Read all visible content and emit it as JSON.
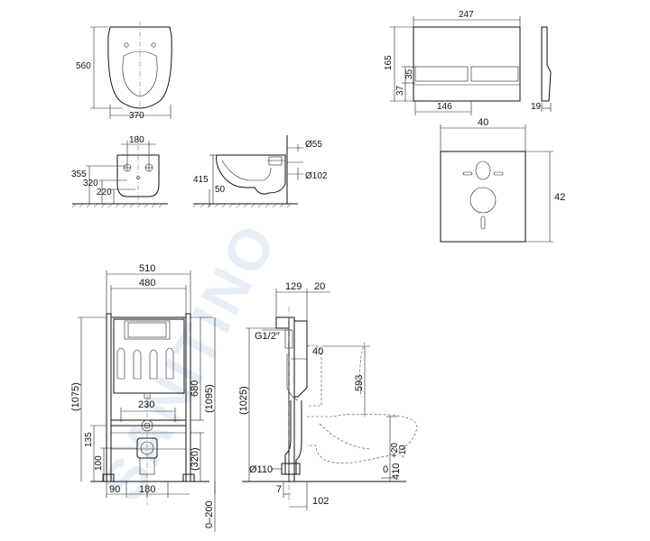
{
  "watermark": "SANITINO",
  "views": {
    "bowl_top": {
      "depth": "560",
      "width": "370"
    },
    "bowl_back": {
      "spacing": "180",
      "h_outer": "355",
      "h_mid": "320",
      "h_inner": "220"
    },
    "bowl_side": {
      "height": "415",
      "lower": "50",
      "d_top": "Ø55",
      "d_outlet": "Ø102"
    },
    "plate_front": {
      "width": "247",
      "height": "165",
      "h_a": "37",
      "h_b": "35",
      "btn_w": "146"
    },
    "plate_side": {
      "depth": "19"
    },
    "mat": {
      "width": "40",
      "height": "42"
    },
    "frame_front": {
      "w_outer": "510",
      "w_inner": "480",
      "h_total": "(1075)",
      "h_frame": "680",
      "h_right": "(1095)",
      "spacing": "230",
      "h_135": "135",
      "h_100": "100",
      "h_320": "(320)",
      "off_left": "90",
      "off_mid": "180",
      "adjust": "0–200"
    },
    "frame_side": {
      "d_129": "129",
      "d_20": "20",
      "thread": "G1/2\"",
      "d_40": "40",
      "h_1025": "(1025)",
      "h_593": "593",
      "pipe": "Ø110",
      "off_7": "7",
      "off_102": "102",
      "h_410": "410",
      "tol_plus": "+20",
      "tol_minus": "-10",
      "floor": "0"
    }
  }
}
